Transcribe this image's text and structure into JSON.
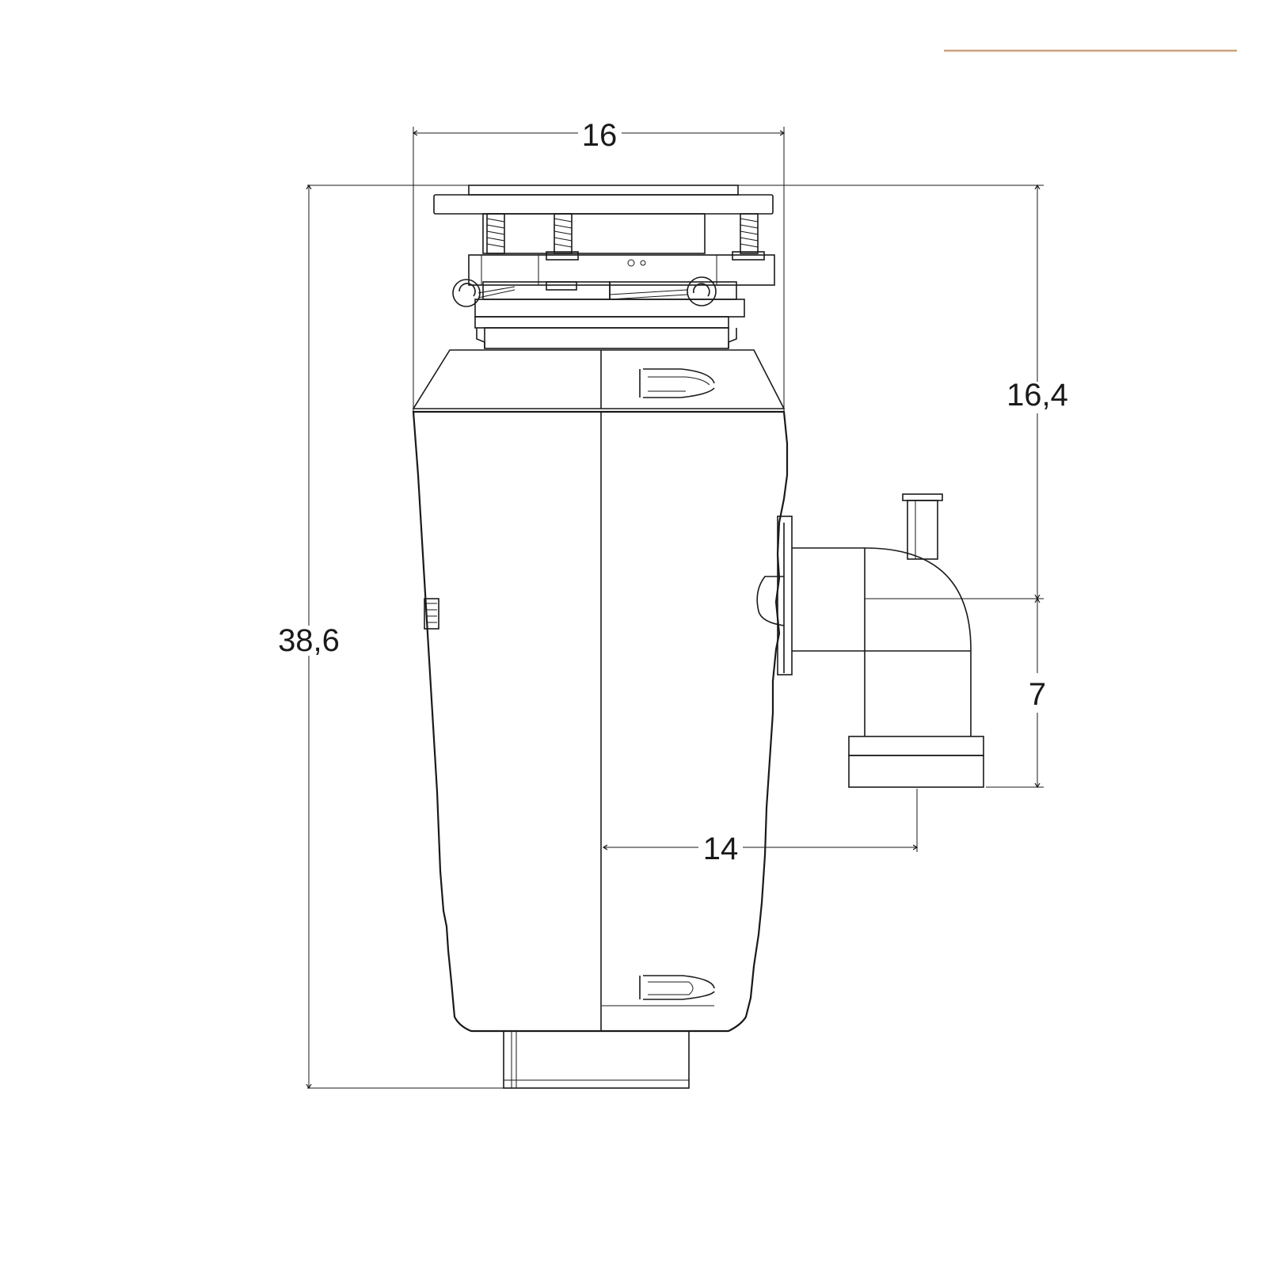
{
  "figure": {
    "subject": "food waste disposer side elevation drawing",
    "accent_color": "#c9a27e",
    "line_color": "#1a1a1a"
  },
  "dimensions": {
    "width_top": "16",
    "height_total": "38,6",
    "height_to_outlet": "16,4",
    "outlet_height": "7",
    "outlet_offset": "14"
  }
}
